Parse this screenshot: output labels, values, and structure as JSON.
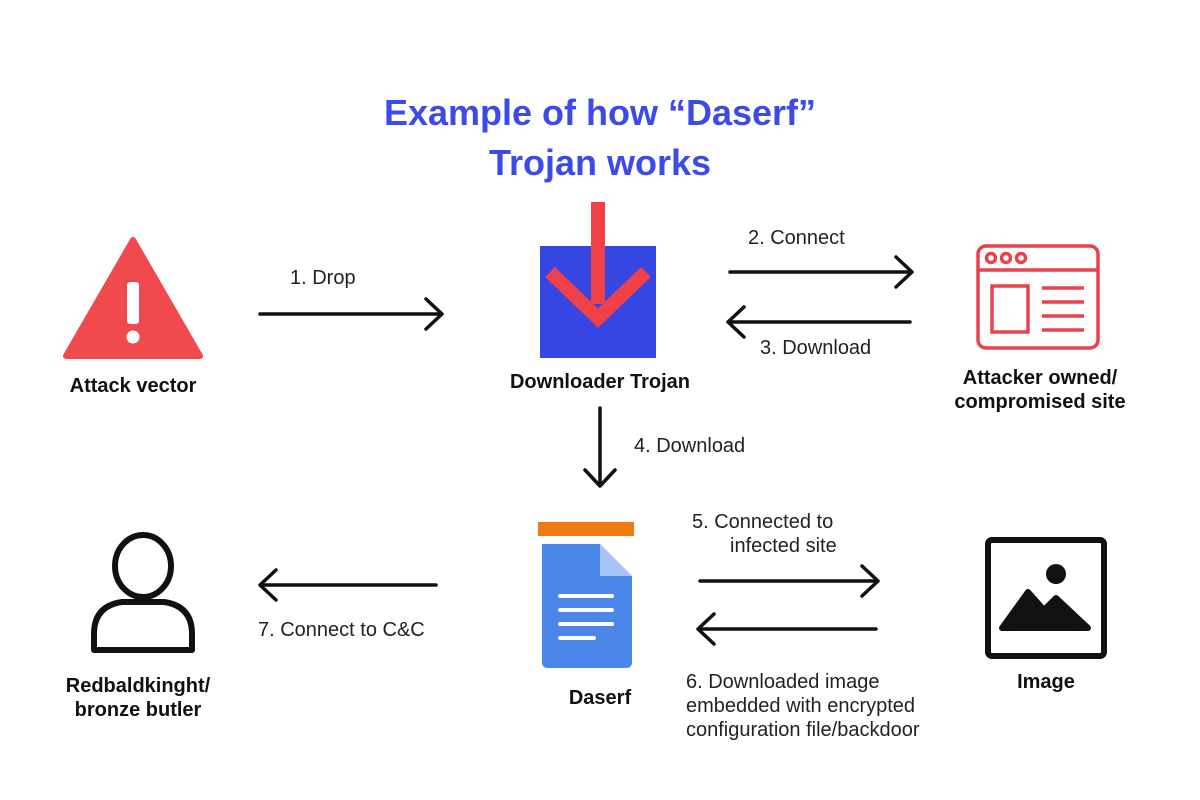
{
  "title": {
    "line1": "Example of how “Daserf”",
    "line2": "Trojan works"
  },
  "colors": {
    "title": "#3b4ae8",
    "warning_red": "#f04a4e",
    "trojan_blue": "#3546e3",
    "arrow_red": "#f04048",
    "site_red": "#e8424a",
    "doc_blue": "#4a86e8",
    "doc_orange": "#f07a10"
  },
  "nodes": {
    "attack_vector": "Attack vector",
    "downloader_trojan": "Downloader Trojan",
    "attacker_site_line1": "Attacker owned/",
    "attacker_site_line2": "compromised site",
    "daserf": "Daserf",
    "image": "Image",
    "actor_line1": "Redbaldkinght/",
    "actor_line2": "bronze butler"
  },
  "steps": {
    "drop": "1.   Drop",
    "connect": "2.  Connect",
    "download_site": "3. Download",
    "download_daserf": "4. Download",
    "connected_line1": "5.  Connected to",
    "connected_line2": "infected site",
    "downloaded_image_line1": "6. Downloaded image",
    "downloaded_image_line2": "embedded with encrypted",
    "downloaded_image_line3": "configuration file/backdoor",
    "connect_cc": "7. Connect to C&C"
  },
  "icons": {
    "attack_vector": "warning-triangle-icon",
    "downloader_trojan": "download-box-icon",
    "attacker_site": "browser-window-icon",
    "daserf": "document-icon",
    "image": "image-icon",
    "actor": "person-icon"
  }
}
